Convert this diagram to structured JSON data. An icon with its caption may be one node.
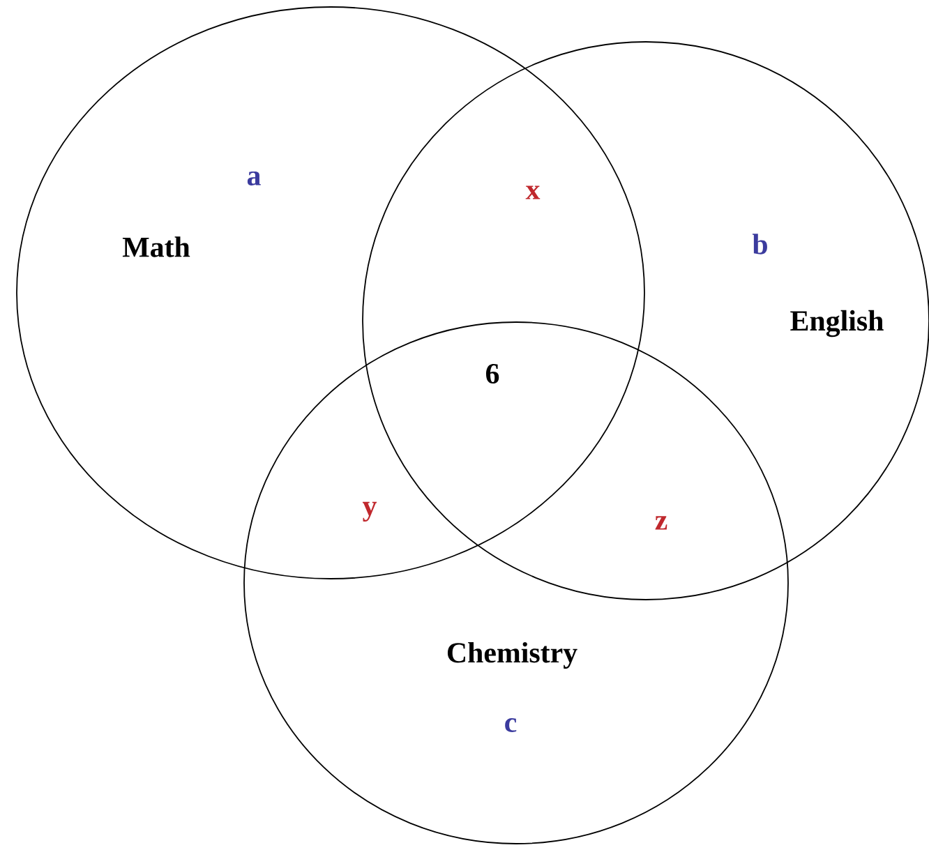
{
  "diagram": {
    "nodes": [
      {
        "text": [
          "Math"
        ]
      },
      {
        "text": [
          "English"
        ]
      },
      {
        "text": [
          "Chemistry"
        ]
      }
    ],
    "labels": [
      "a",
      "x",
      "b",
      "6",
      "y",
      "z",
      "c"
    ]
  }
}
